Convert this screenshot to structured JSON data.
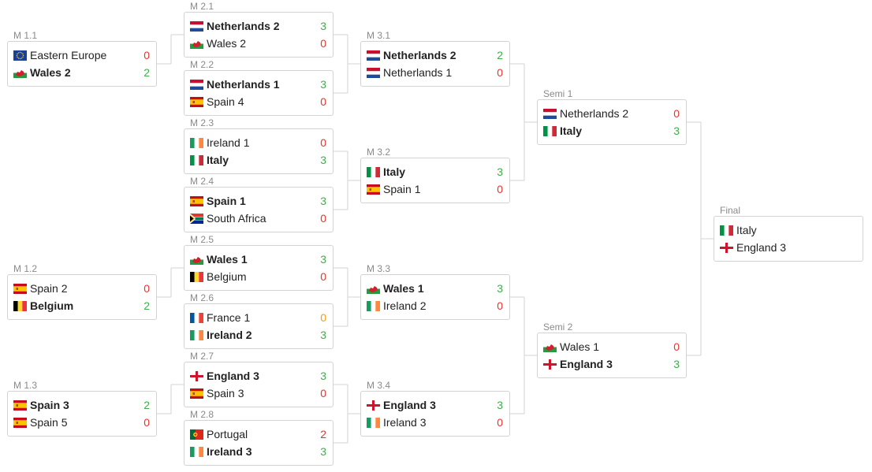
{
  "colors": {
    "win": "#3fae49",
    "loss": "#e0362c",
    "other": "#f39c12",
    "border": "#d3d3d3"
  },
  "matches": [
    {
      "id": "m11",
      "label": "M 1.1",
      "teams": [
        {
          "flag": "eu-flag",
          "name": "Eastern Europe",
          "score": "0",
          "winner": false
        },
        {
          "flag": "wales-flag",
          "name": "Wales 2",
          "score": "2",
          "winner": true
        }
      ]
    },
    {
      "id": "m12",
      "label": "M 1.2",
      "teams": [
        {
          "flag": "spain-flag",
          "name": "Spain 2",
          "score": "0",
          "winner": false
        },
        {
          "flag": "belgium-flag",
          "name": "Belgium",
          "score": "2",
          "winner": true
        }
      ]
    },
    {
      "id": "m13",
      "label": "M 1.3",
      "teams": [
        {
          "flag": "spain-flag",
          "name": "Spain 3",
          "score": "2",
          "winner": true
        },
        {
          "flag": "spain-flag",
          "name": "Spain 5",
          "score": "0",
          "winner": false
        }
      ]
    },
    {
      "id": "m21",
      "label": "M 2.1",
      "teams": [
        {
          "flag": "netherlands-flag",
          "name": "Netherlands 2",
          "score": "3",
          "winner": true
        },
        {
          "flag": "wales-flag",
          "name": "Wales 2",
          "score": "0",
          "winner": false
        }
      ]
    },
    {
      "id": "m22",
      "label": "M 2.2",
      "teams": [
        {
          "flag": "netherlands-flag",
          "name": "Netherlands 1",
          "score": "3",
          "winner": true
        },
        {
          "flag": "spain-flag",
          "name": "Spain 4",
          "score": "0",
          "winner": false
        }
      ]
    },
    {
      "id": "m23",
      "label": "M 2.3",
      "teams": [
        {
          "flag": "ireland-flag",
          "name": "Ireland 1",
          "score": "0",
          "winner": false
        },
        {
          "flag": "italy-flag",
          "name": "Italy",
          "score": "3",
          "winner": true
        }
      ]
    },
    {
      "id": "m24",
      "label": "M 2.4",
      "teams": [
        {
          "flag": "spain-flag",
          "name": "Spain 1",
          "score": "3",
          "winner": true
        },
        {
          "flag": "south-africa-flag",
          "name": "South Africa",
          "score": "0",
          "winner": false
        }
      ]
    },
    {
      "id": "m25",
      "label": "M 2.5",
      "teams": [
        {
          "flag": "wales-flag",
          "name": "Wales 1",
          "score": "3",
          "winner": true
        },
        {
          "flag": "belgium-flag",
          "name": "Belgium",
          "score": "0",
          "winner": false
        }
      ]
    },
    {
      "id": "m26",
      "label": "M 2.6",
      "teams": [
        {
          "flag": "france-flag",
          "name": "France 1",
          "score": "0",
          "winner": false,
          "scoreStyle": "other"
        },
        {
          "flag": "ireland-flag",
          "name": "Ireland 2",
          "score": "3",
          "winner": true
        }
      ]
    },
    {
      "id": "m27",
      "label": "M 2.7",
      "teams": [
        {
          "flag": "england-flag",
          "name": "England 3",
          "score": "3",
          "winner": true
        },
        {
          "flag": "spain-flag",
          "name": "Spain 3",
          "score": "0",
          "winner": false
        }
      ]
    },
    {
      "id": "m28",
      "label": "M 2.8",
      "teams": [
        {
          "flag": "portugal-flag",
          "name": "Portugal",
          "score": "2",
          "winner": false
        },
        {
          "flag": "ireland-flag",
          "name": "Ireland 3",
          "score": "3",
          "winner": true
        }
      ]
    },
    {
      "id": "m31",
      "label": "M 3.1",
      "teams": [
        {
          "flag": "netherlands-flag",
          "name": "Netherlands 2",
          "score": "2",
          "winner": true
        },
        {
          "flag": "netherlands-flag",
          "name": "Netherlands 1",
          "score": "0",
          "winner": false
        }
      ]
    },
    {
      "id": "m32",
      "label": "M 3.2",
      "teams": [
        {
          "flag": "italy-flag",
          "name": "Italy",
          "score": "3",
          "winner": true
        },
        {
          "flag": "spain-flag",
          "name": "Spain 1",
          "score": "0",
          "winner": false
        }
      ]
    },
    {
      "id": "m33",
      "label": "M 3.3",
      "teams": [
        {
          "flag": "wales-flag",
          "name": "Wales 1",
          "score": "3",
          "winner": true
        },
        {
          "flag": "ireland-flag",
          "name": "Ireland 2",
          "score": "0",
          "winner": false
        }
      ]
    },
    {
      "id": "m34",
      "label": "M 3.4",
      "teams": [
        {
          "flag": "england-flag",
          "name": "England 3",
          "score": "3",
          "winner": true
        },
        {
          "flag": "ireland-flag",
          "name": "Ireland 3",
          "score": "0",
          "winner": false
        }
      ]
    },
    {
      "id": "s1",
      "label": "Semi 1",
      "teams": [
        {
          "flag": "netherlands-flag",
          "name": "Netherlands 2",
          "score": "0",
          "winner": false
        },
        {
          "flag": "italy-flag",
          "name": "Italy",
          "score": "3",
          "winner": true
        }
      ]
    },
    {
      "id": "s2",
      "label": "Semi 2",
      "teams": [
        {
          "flag": "wales-flag",
          "name": "Wales 1",
          "score": "0",
          "winner": false
        },
        {
          "flag": "england-flag",
          "name": "England 3",
          "score": "3",
          "winner": true
        }
      ]
    },
    {
      "id": "f",
      "label": "Final",
      "teams": [
        {
          "flag": "italy-flag",
          "name": "Italy",
          "score": "",
          "winner": false
        },
        {
          "flag": "england-flag",
          "name": "England 3",
          "score": "",
          "winner": false
        }
      ]
    }
  ]
}
